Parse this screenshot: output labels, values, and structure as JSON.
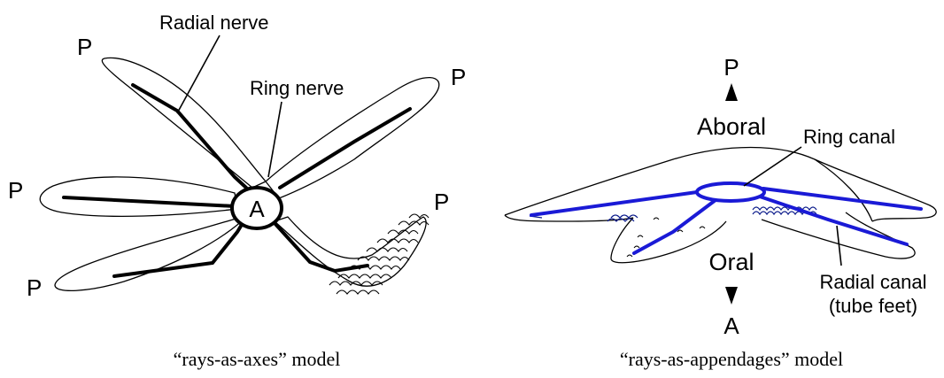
{
  "left_panel": {
    "pole_labels": [
      "P",
      "P",
      "P",
      "P",
      "P"
    ],
    "center_label": "A",
    "radial_nerve_label": "Radial nerve",
    "ring_nerve_label": "Ring nerve",
    "caption": "“rays-as-axes” model"
  },
  "right_panel": {
    "top_pole": "P",
    "aboral_label": "Aboral",
    "ring_canal_label": "Ring canal",
    "oral_label": "Oral",
    "radial_canal_label_line1": "Radial canal",
    "radial_canal_label_line2": "(tube feet)",
    "bottom_pole": "A",
    "caption": "“rays-as-appendages” model"
  },
  "colors": {
    "outline": "#000000",
    "nerve": "#000000",
    "canal": "#1a1ad6",
    "tube_feet": "#0a1a8a"
  }
}
